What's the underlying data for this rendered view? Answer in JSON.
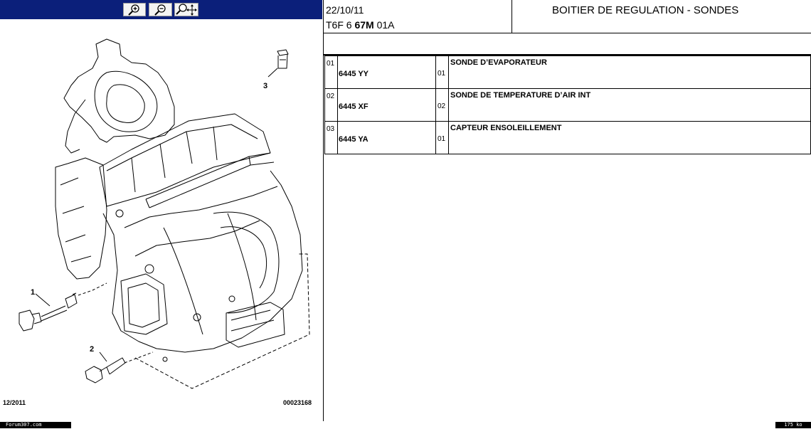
{
  "toolbar": {
    "zoom_in_icon": "magnifier-plus-icon",
    "zoom_out_icon": "magnifier-minus-icon",
    "pan_icon": "magnifier-move-icon"
  },
  "diagram": {
    "callouts": [
      "1",
      "2",
      "3"
    ],
    "date": "12/2011",
    "reference": "00023168"
  },
  "header": {
    "date": "22/10/11",
    "code_prefix": "T6F 6",
    "code_bold": "67M",
    "code_suffix": "01A",
    "title": "BOITIER DE REGULATION - SONDES"
  },
  "parts": [
    {
      "index": "01",
      "ref": "6445 YY",
      "qty": "01",
      "description": "SONDE D’EVAPORATEUR"
    },
    {
      "index": "02",
      "ref": "6445 XF",
      "qty": "02",
      "description": "SONDE DE TEMPERATURE D’AIR INT"
    },
    {
      "index": "03",
      "ref": "6445 YA",
      "qty": "01",
      "description": "CAPTEUR ENSOLEILLEMENT"
    }
  ],
  "status": {
    "left": "Forum307.com",
    "right": "175 ko"
  },
  "colors": {
    "toolbar": "#0b1f7a",
    "status_bg": "#000000"
  }
}
